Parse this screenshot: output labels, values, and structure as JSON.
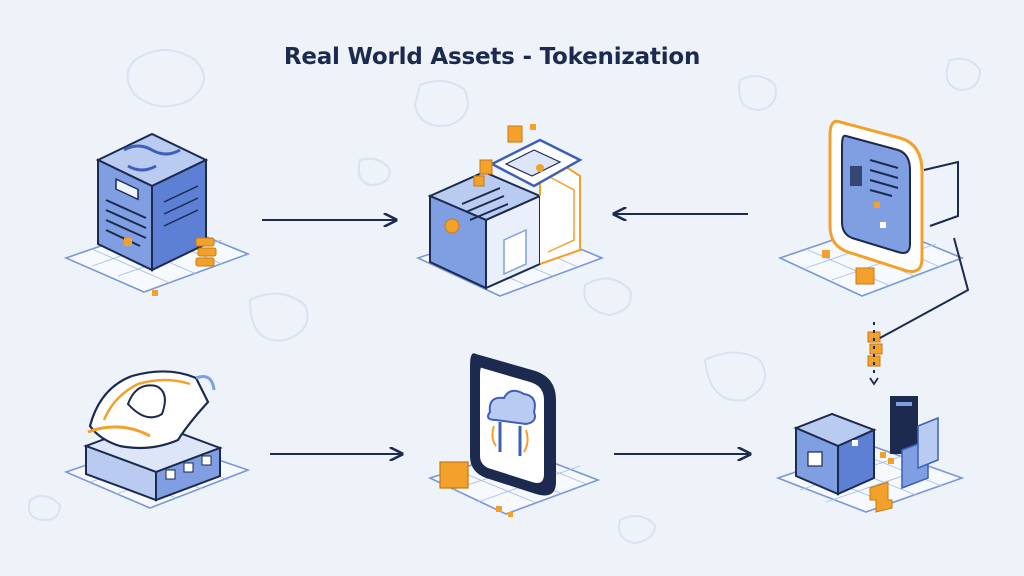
{
  "title": "Real World Assets - Tokenization",
  "colors": {
    "background": "#eef3fa",
    "navy": "#1b2a4e",
    "blue": "#7f9fe2",
    "blue_dark": "#3d5fb8",
    "blue_light": "#b9cbf1",
    "orange": "#f4a12b",
    "grid": "#7a97d6"
  },
  "nodes": [
    {
      "id": "server-block",
      "icon": "server-block-icon"
    },
    {
      "id": "token-box",
      "icon": "token-box-icon"
    },
    {
      "id": "tablet-panel",
      "icon": "tablet-panel-icon"
    },
    {
      "id": "asset-deed",
      "icon": "asset-deed-icon"
    },
    {
      "id": "cloud-phone",
      "icon": "cloud-phone-icon"
    },
    {
      "id": "blockchain-cube",
      "icon": "blockchain-cube-icon"
    }
  ],
  "connectors": [
    {
      "from": "server-block",
      "to": "token-box"
    },
    {
      "from": "tablet-panel",
      "to": "token-box"
    },
    {
      "from": "tablet-panel",
      "to": "blockchain-cube"
    },
    {
      "from": "asset-deed",
      "to": "cloud-phone"
    },
    {
      "from": "cloud-phone",
      "to": "blockchain-cube"
    }
  ]
}
